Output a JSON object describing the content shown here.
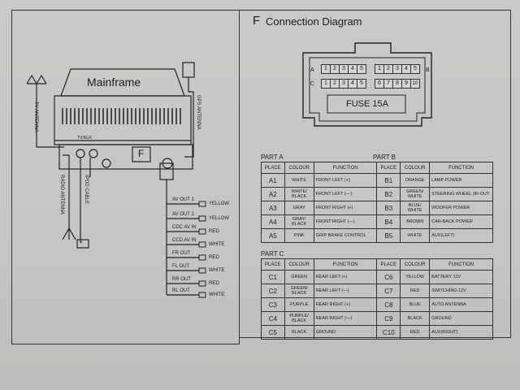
{
  "left": {
    "mainframe": "Mainframe",
    "fuse_letter": "F",
    "tv_antenna": "TV ANTENNA",
    "gps_antenna": "GPS ANTENNA",
    "radio_antenna": "RADIO ANTENNA",
    "ipod_cable": "IPOD CABLE",
    "small_label": "TV/AUX",
    "outputs": [
      {
        "name": "AV OUT 1",
        "color": "YELLOW"
      },
      {
        "name": "AV OUT 2",
        "color": "YELLOW"
      },
      {
        "name": "CDC AV IN",
        "color": "RED"
      },
      {
        "name": "CCD AV IN",
        "color": "WHITE"
      },
      {
        "name": "FR OUT",
        "color": "RED"
      },
      {
        "name": "FL OUT",
        "color": "WHITE"
      },
      {
        "name": "RR OUT",
        "color": "RED"
      },
      {
        "name": "RL OUT",
        "color": "WHITE"
      }
    ]
  },
  "right": {
    "letter": "F",
    "title": "Connection Diagram",
    "connector": {
      "row_a_label": "A",
      "row_c_label": "C",
      "row_b_label": "B",
      "row_a": [
        "1",
        "2",
        "3",
        "4",
        "5",
        "1",
        "2",
        "3",
        "4",
        "5"
      ],
      "row_c": [
        "1",
        "2",
        "3",
        "4",
        "5",
        "6",
        "7",
        "8",
        "9",
        "10"
      ],
      "fuse": "FUSE 15A"
    },
    "part_a_title": "PART A",
    "part_b_title": "PART B",
    "part_c_title": "PART C",
    "headers": {
      "place": "PLACE",
      "colour": "COLOUR",
      "function": "FUNCTION"
    },
    "part_ab_rows": [
      {
        "pa": "A1",
        "ca": "WHITE",
        "fa": "FRONT LEFT  (+)",
        "pb": "B1",
        "cb": "ORANGE",
        "fb": "LAMP POWER"
      },
      {
        "pa": "A2",
        "ca": "WHITE/ BLACK",
        "fa": "FRONT LEFT  (—)",
        "pb": "B2",
        "cb": "GREEN/ WHITE",
        "fb": "STEERING WHEEL (IR-OUT"
      },
      {
        "pa": "A3",
        "ca": "GRAY",
        "fa": "FRONT RIGHT (+)",
        "pb": "B3",
        "cb": "BLUE/ WHITE",
        "fb": "WOOFER POWER"
      },
      {
        "pa": "A4",
        "ca": "GRAY/ BLACK",
        "fa": "FRONT RIGHT (—)",
        "pb": "B4",
        "cb": "BROWN",
        "fb": "CAR-BACK POWER"
      },
      {
        "pa": "A5",
        "ca": "PINK",
        "fa": "GRIP BRAKE CONTROL",
        "pb": "B5",
        "cb": "WHITE",
        "fb": "AUX(LEFT)"
      }
    ],
    "part_c_rows": [
      {
        "p1": "C1",
        "c1": "GREEN",
        "f1": "REAR LEFT  (+)",
        "p2": "C6",
        "c2": "YELLOW",
        "f2": "BATTERY 12V"
      },
      {
        "p1": "C2",
        "c1": "GREEN/ BLACK",
        "f1": "REAR LEFT  (—)",
        "p2": "C7",
        "c2": "RED",
        "f2": "SWITCHING 12V"
      },
      {
        "p1": "C3",
        "c1": "PURPLE",
        "f1": "REAR RIGHT (+)",
        "p2": "C8",
        "c2": "BLUE",
        "f2": "AUTO ANTENNA"
      },
      {
        "p1": "C4",
        "c1": "PURPLE/ BLACK",
        "f1": "REAR RIGHT (—)",
        "p2": "C9",
        "c2": "BLACK",
        "f2": "GROUND"
      },
      {
        "p1": "C5",
        "c1": "BLACK",
        "f1": "GROUND",
        "p2": "C10",
        "c2": "RED",
        "f2": "AUX(RIGHT)"
      }
    ]
  }
}
